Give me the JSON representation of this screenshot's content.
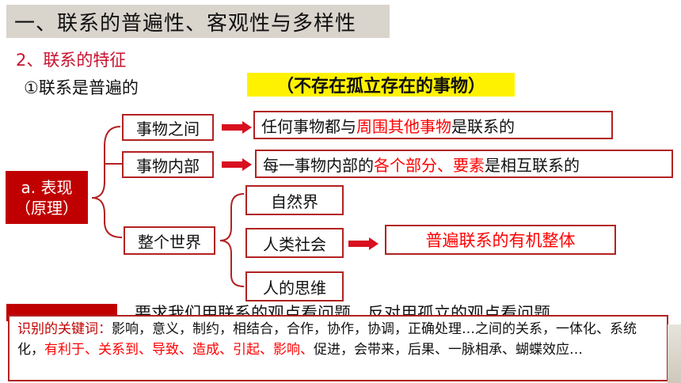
{
  "title": "一、联系的普遍性、客观性与多样性",
  "subtitle": "2、联系的特征",
  "point1": "①联系是普遍的",
  "note": "（不存在孤立存在的事物）",
  "label": {
    "line1": "a. 表现",
    "line2": "（原理）"
  },
  "branches": {
    "b1": "事物之间",
    "b2": "事物内部",
    "b3": "整个世界"
  },
  "result1": {
    "pre": "任何事物都与",
    "red": "周围其他事物",
    "post": "是联系的"
  },
  "result2": {
    "pre": "每一事物内部的",
    "red": "各个部分、要素",
    "post": "是相互联系的"
  },
  "world": {
    "nature": "自然界",
    "society": "人类社会",
    "thought": "人的思维"
  },
  "world_result": "普遍联系的有机整体",
  "hidden_line": "要求我们用联系的观点看问题，反对用孤立的观点看问题",
  "keywords": {
    "label": "识别的关键词：",
    "part1": "影响，意义，制约，相结合，合作，协作，协调，正确处理…之间的关系，一体化、系统化，",
    "red": "有利于、关系到、导致、造成、引起、影响、",
    "part2": "促进，会带来，后果、一脉相承、蝴蝶效应…"
  },
  "colors": {
    "accent": "#c00000",
    "border": "#b22222",
    "highlight": "#fff200",
    "title_bg": "#d9d4cc"
  }
}
